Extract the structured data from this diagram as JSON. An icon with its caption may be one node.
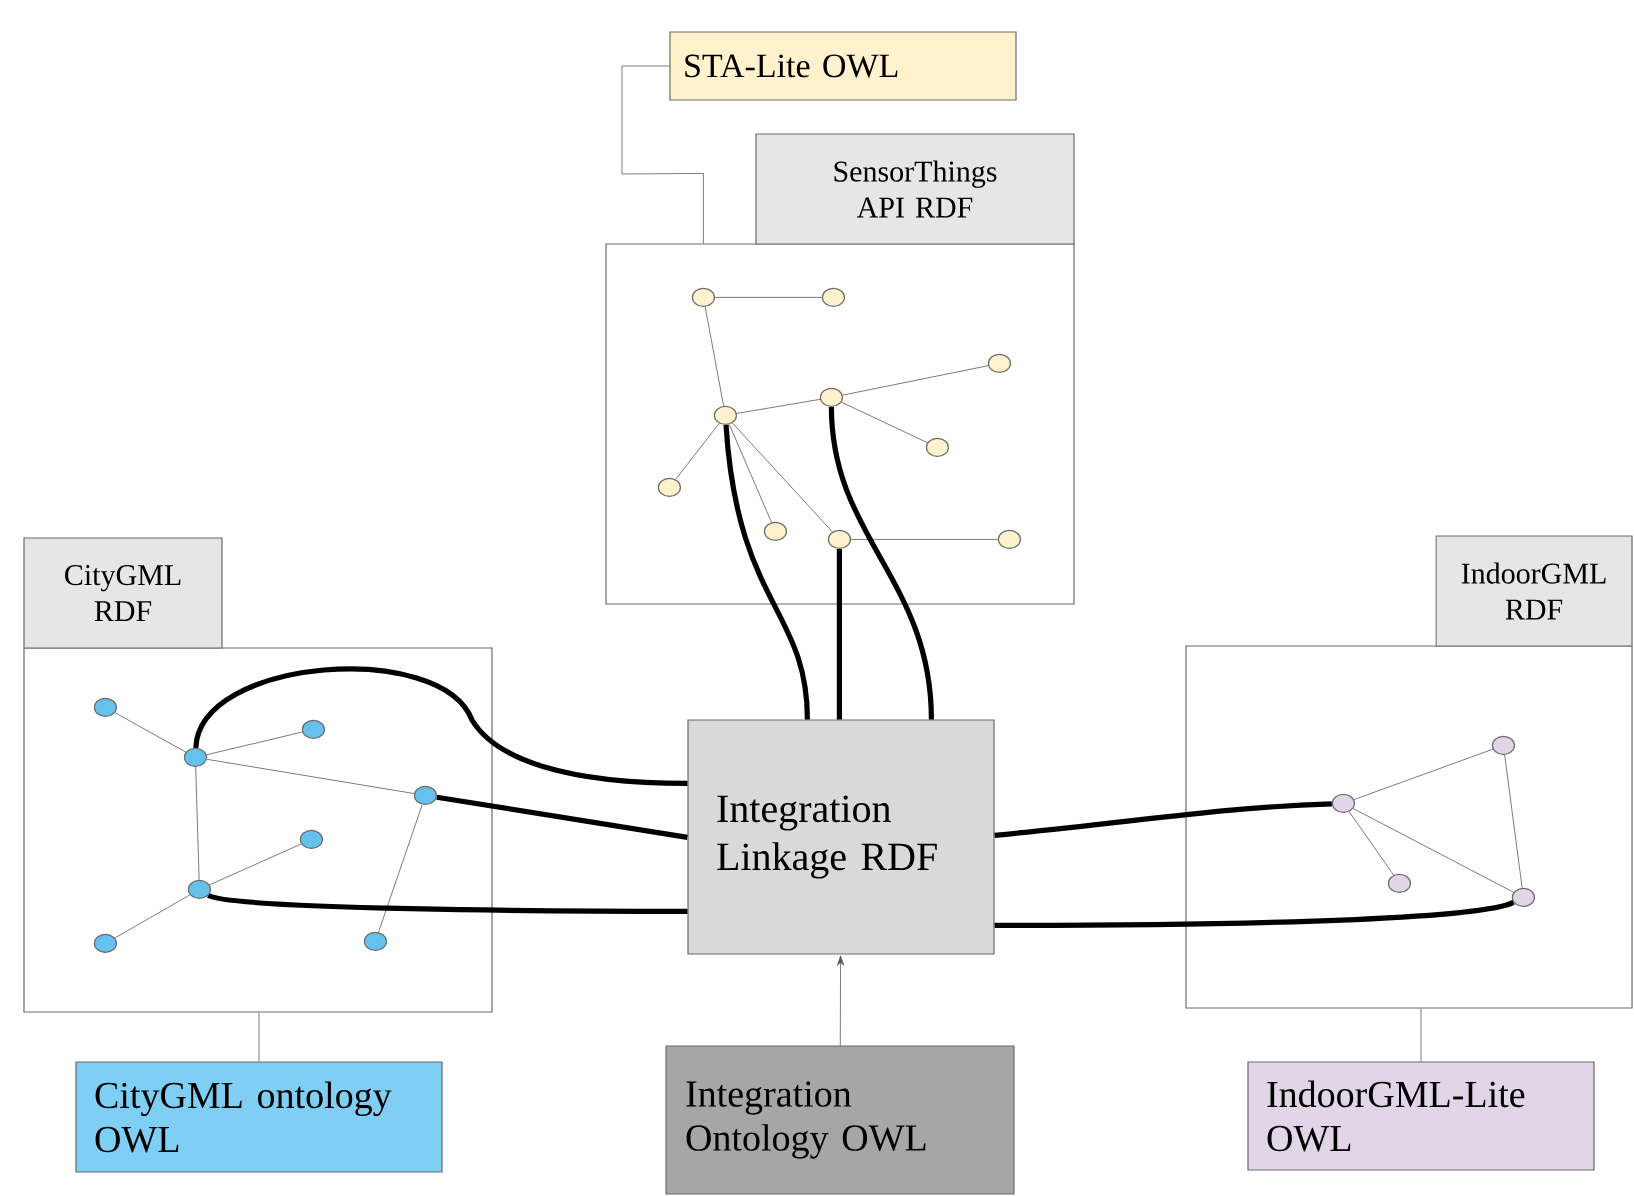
{
  "diagram": {
    "nodes": [
      {
        "text": [
          "STA-Lite OWL"
        ]
      },
      {
        "text": [
          "SensorThings API RDF"
        ]
      },
      {
        "text": [],
        "shape": "circle",
        "in": 1
      },
      {
        "text": [],
        "shape": "circle",
        "in": 1
      },
      {
        "text": [],
        "shape": "circle",
        "in": 1
      },
      {
        "text": [],
        "shape": "circle",
        "in": 1
      },
      {
        "text": [],
        "shape": "circle",
        "in": 1
      },
      {
        "text": [],
        "shape": "circle",
        "in": 1
      },
      {
        "text": [],
        "shape": "circle",
        "in": 1
      },
      {
        "text": [],
        "shape": "circle",
        "in": 1
      },
      {
        "text": [],
        "shape": "circle",
        "in": 1
      },
      {
        "text": [],
        "shape": "circle",
        "in": 1
      },
      {
        "text": [
          "CityGML RDF"
        ]
      },
      {
        "text": [],
        "shape": "circle",
        "in": 12
      },
      {
        "text": [],
        "shape": "circle",
        "in": 12
      },
      {
        "text": [],
        "shape": "circle",
        "in": 12
      },
      {
        "text": [],
        "shape": "circle",
        "in": 12
      },
      {
        "text": [],
        "shape": "circle",
        "in": 12
      },
      {
        "text": [],
        "shape": "circle",
        "in": 12
      },
      {
        "text": [],
        "shape": "circle",
        "in": 12
      },
      {
        "text": [],
        "shape": "circle",
        "in": 12
      },
      {
        "text": [
          "Integration Linkage RDF"
        ]
      },
      {
        "text": [
          "IndoorGML RDF"
        ]
      },
      {
        "text": [],
        "shape": "circle",
        "in": 22
      },
      {
        "text": [],
        "shape": "circle",
        "in": 22
      },
      {
        "text": [],
        "shape": "circle",
        "in": 22
      },
      {
        "text": [],
        "shape": "circle",
        "in": 22
      },
      {
        "text": [
          "CityGML ontology OWL"
        ]
      },
      {
        "text": [
          "Integration Ontology OWL"
        ]
      },
      {
        "text": [
          "IndoorGML-Lite OWL"
        ]
      }
    ],
    "edges": [
      {
        "from": 0,
        "to": 1,
        "arrow": "none"
      },
      {
        "from": 2,
        "to": 3,
        "arrow": "none"
      },
      {
        "from": 2,
        "to": 6,
        "arrow": "none"
      },
      {
        "from": 6,
        "to": 5,
        "arrow": "none"
      },
      {
        "from": 5,
        "to": 4,
        "arrow": "none"
      },
      {
        "from": 5,
        "to": 7,
        "arrow": "none"
      },
      {
        "from": 6,
        "to": 8,
        "arrow": "none"
      },
      {
        "from": 6,
        "to": 9,
        "arrow": "none"
      },
      {
        "from": 6,
        "to": 10,
        "arrow": "none"
      },
      {
        "from": 10,
        "to": 11,
        "arrow": "none"
      },
      {
        "from": 6,
        "to": 21,
        "arrow": "none",
        "style": "thick"
      },
      {
        "from": 10,
        "to": 21,
        "arrow": "none",
        "style": "thick"
      },
      {
        "from": 5,
        "to": 21,
        "arrow": "none",
        "style": "thick"
      },
      {
        "from": 13,
        "to": 15,
        "arrow": "none"
      },
      {
        "from": 15,
        "to": 14,
        "arrow": "none"
      },
      {
        "from": 15,
        "to": 16,
        "arrow": "none"
      },
      {
        "from": 15,
        "to": 18,
        "arrow": "none"
      },
      {
        "from": 18,
        "to": 17,
        "arrow": "none"
      },
      {
        "from": 18,
        "to": 20,
        "arrow": "none"
      },
      {
        "from": 16,
        "to": 19,
        "arrow": "none"
      },
      {
        "from": 15,
        "to": 21,
        "arrow": "none",
        "style": "thick"
      },
      {
        "from": 16,
        "to": 21,
        "arrow": "none",
        "style": "thick"
      },
      {
        "from": 18,
        "to": 21,
        "arrow": "none",
        "style": "thick"
      },
      {
        "from": 24,
        "to": 23,
        "arrow": "none"
      },
      {
        "from": 23,
        "to": 26,
        "arrow": "none"
      },
      {
        "from": 24,
        "to": 26,
        "arrow": "none"
      },
      {
        "from": 24,
        "to": 25,
        "arrow": "none"
      },
      {
        "from": 21,
        "to": 24,
        "arrow": "none",
        "style": "thick"
      },
      {
        "from": 21,
        "to": 26,
        "arrow": "none",
        "style": "thick"
      },
      {
        "from": 12,
        "to": 27,
        "arrow": "none"
      },
      {
        "from": 22,
        "to": 29,
        "arrow": "none"
      },
      {
        "from": 28,
        "to": 21,
        "arrow": "to"
      }
    ]
  }
}
